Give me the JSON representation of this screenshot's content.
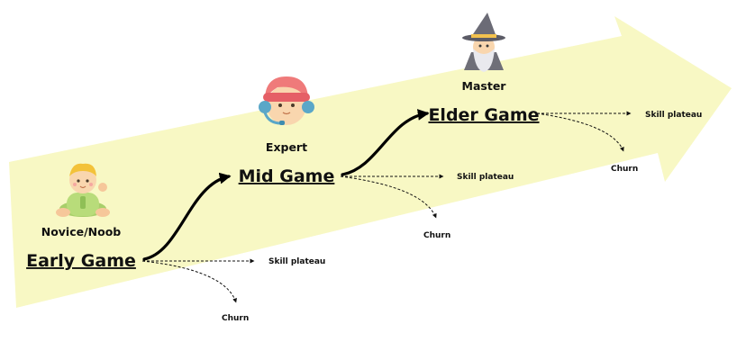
{
  "colors": {
    "big_arrow_fill": "#f8f8c4",
    "text": "#111111",
    "connector": "#000000"
  },
  "stages": [
    {
      "icon": "baby-avatar-icon",
      "tier_label": "Novice/Noob",
      "stage_title": "Early Game",
      "skill_plateau_label": "Skill plateau",
      "churn_label": "Churn"
    },
    {
      "icon": "gamer-headset-avatar-icon",
      "tier_label": "Expert",
      "stage_title": "Mid Game",
      "skill_plateau_label": "Skill plateau",
      "churn_label": "Churn"
    },
    {
      "icon": "wizard-avatar-icon",
      "tier_label": "Master",
      "stage_title": "Elder Game",
      "skill_plateau_label": "Skill plateau",
      "churn_label": "Churn"
    }
  ]
}
